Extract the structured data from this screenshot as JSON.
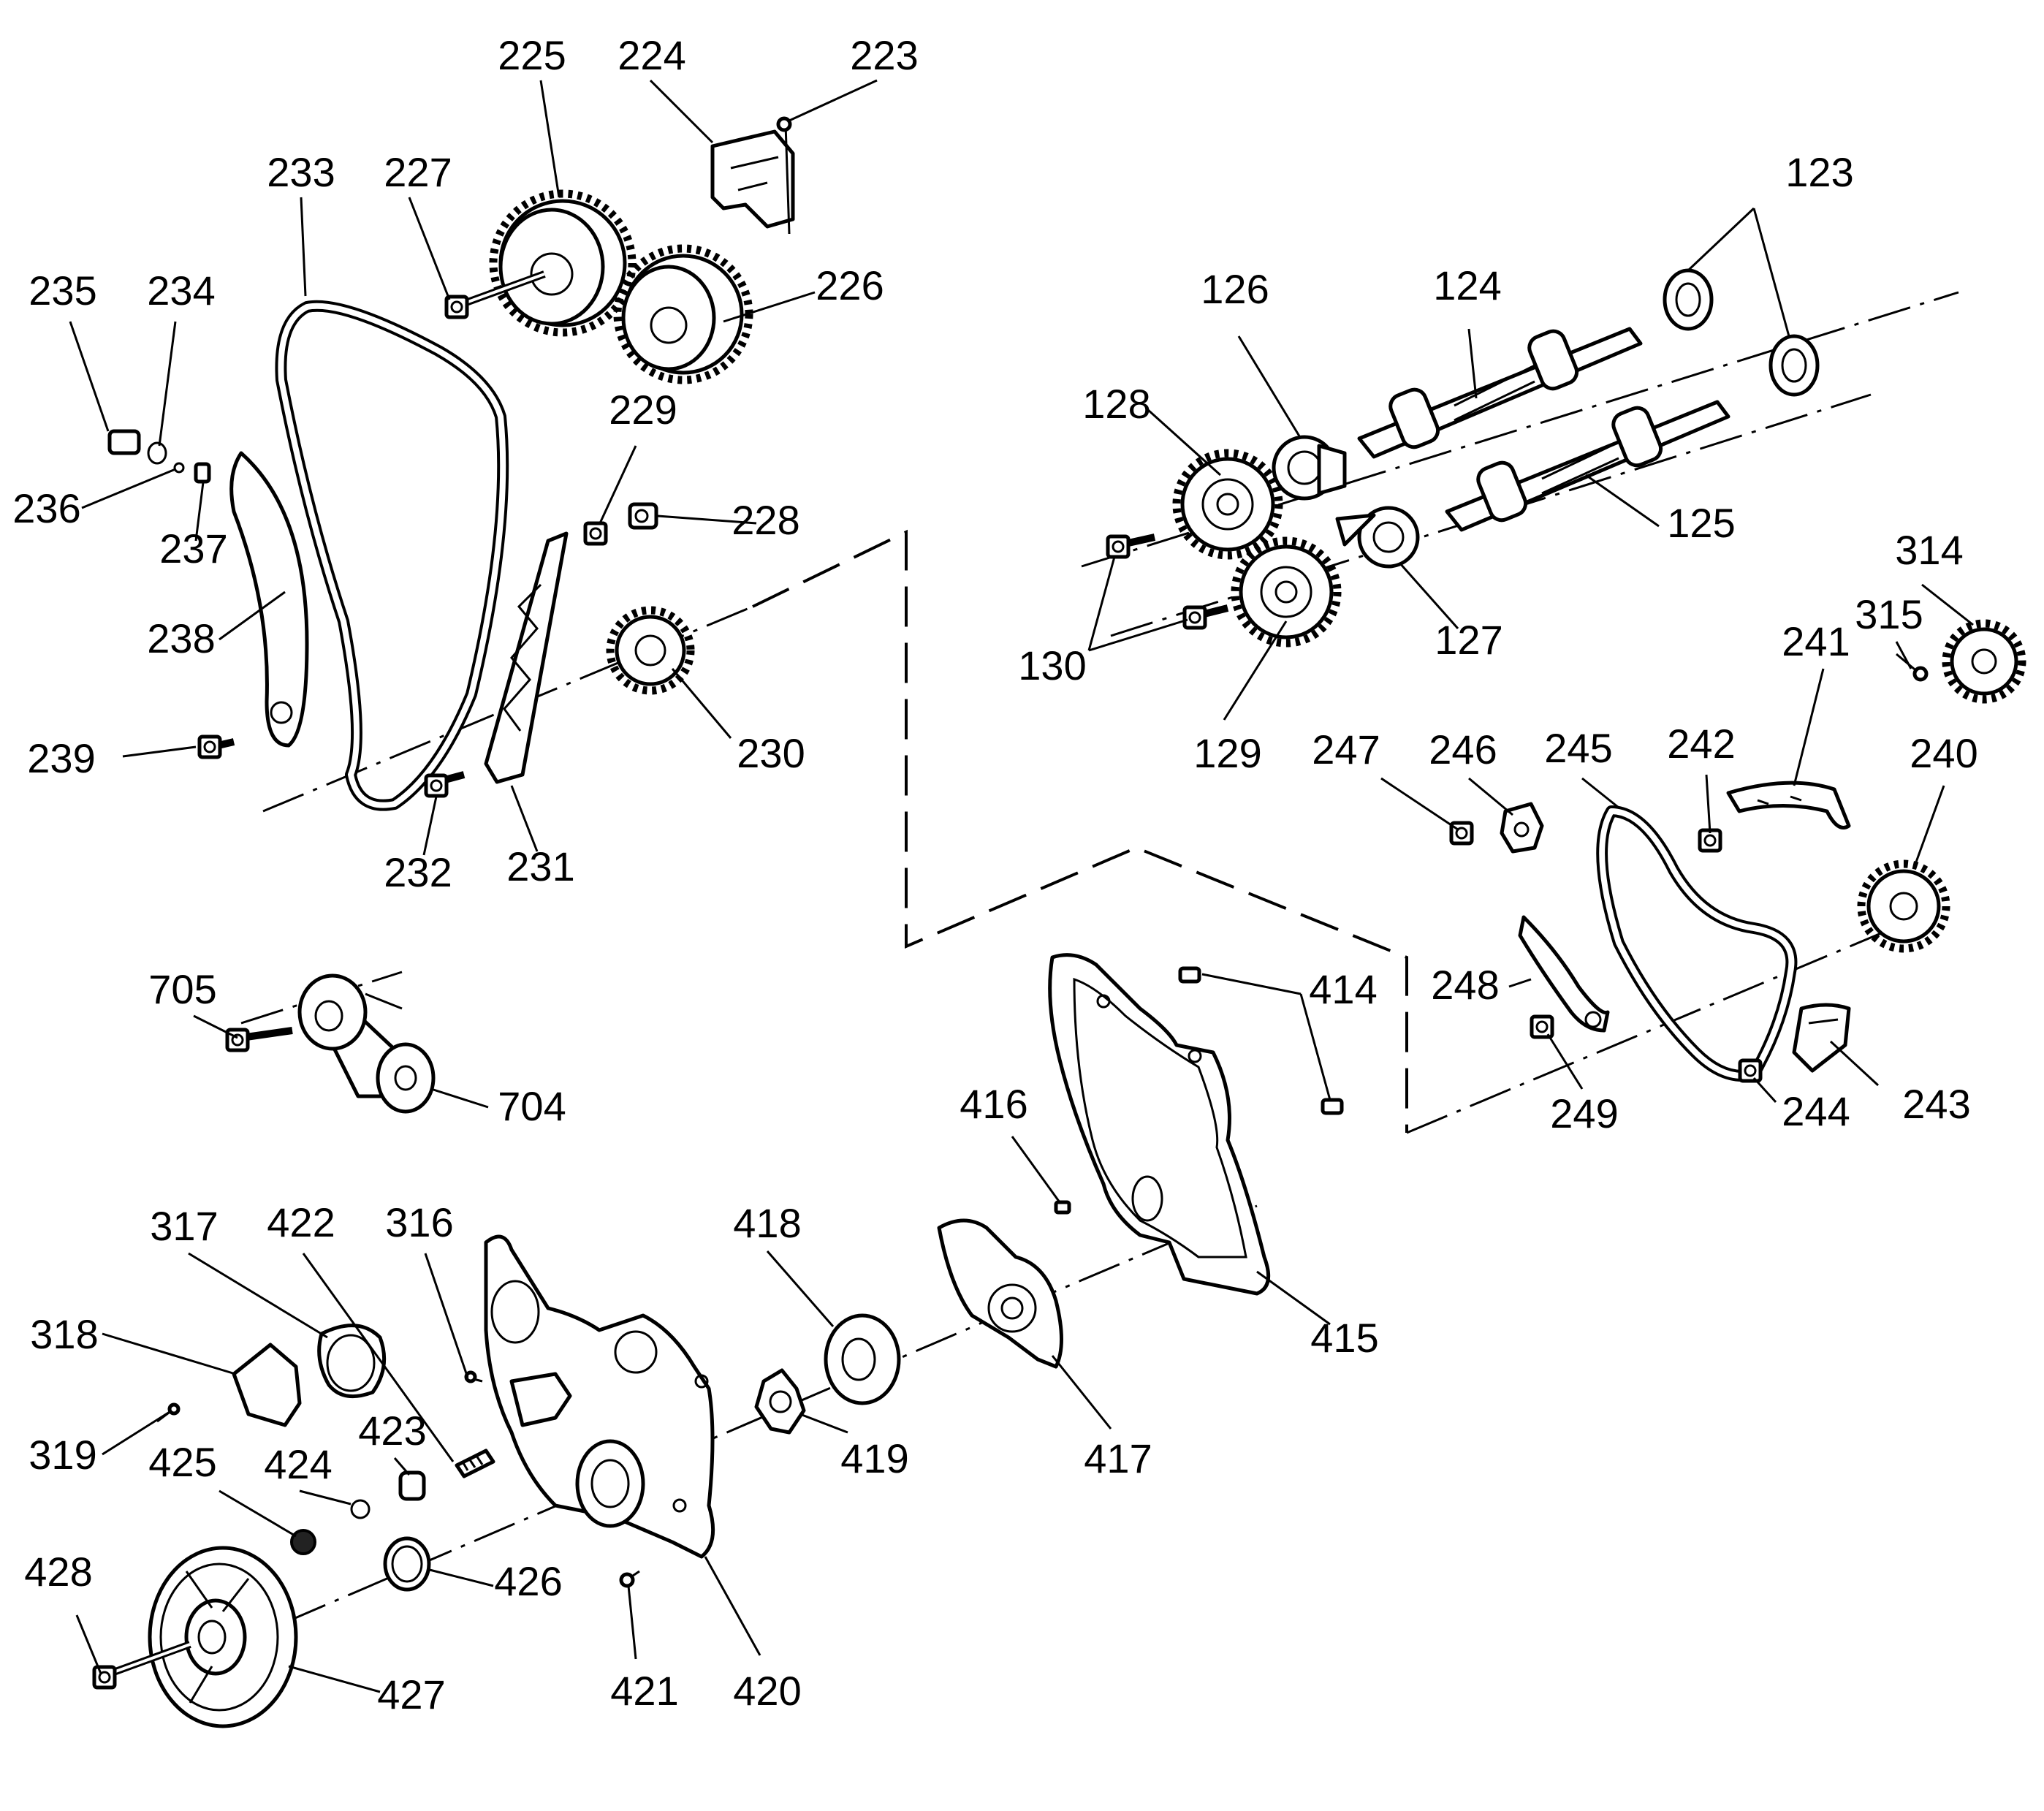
{
  "labels": {
    "l225": "225",
    "l224": "224",
    "l223": "223",
    "l233": "233",
    "l227": "227",
    "l226": "226",
    "l235": "235",
    "l234": "234",
    "l236": "236",
    "l237": "237",
    "l238": "238",
    "l239": "239",
    "l229": "229",
    "l228": "228",
    "l230": "230",
    "l232": "232",
    "l231": "231",
    "l123": "123",
    "l126": "126",
    "l124": "124",
    "l128": "128",
    "l125": "125",
    "l130": "130",
    "l127": "127",
    "l129": "129",
    "l314": "314",
    "l315": "315",
    "l241": "241",
    "l247": "247",
    "l246": "246",
    "l245": "245",
    "l242": "242",
    "l240": "240",
    "l248": "248",
    "l249": "249",
    "l244": "244",
    "l243": "243",
    "l705": "705",
    "l704": "704",
    "l414": "414",
    "l416": "416",
    "l415": "415",
    "l317": "317",
    "l422": "422",
    "l316": "316",
    "l418": "418",
    "l318": "318",
    "l319": "319",
    "l419": "419",
    "l417": "417",
    "l425": "425",
    "l424": "424",
    "l423": "423",
    "l428": "428",
    "l426": "426",
    "l427": "427",
    "l421": "421",
    "l420": "420"
  }
}
